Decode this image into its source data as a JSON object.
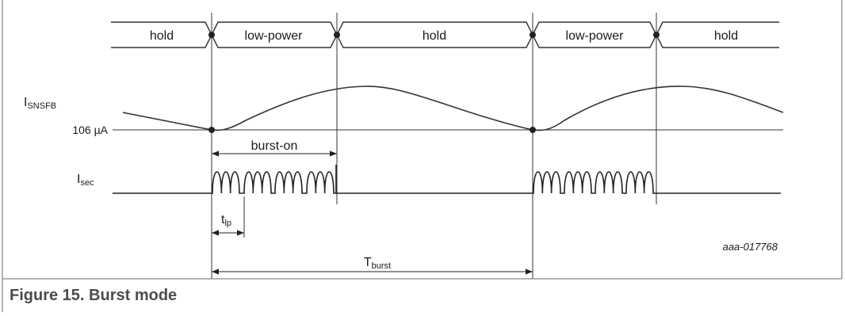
{
  "diagram": {
    "segments": [
      "hold",
      "low-power",
      "hold",
      "low-power",
      "hold"
    ],
    "current_label": {
      "main": "I",
      "sub": "SNSFB"
    },
    "threshold_label": "106 µA",
    "burst_on_label": "burst-on",
    "isec_label": {
      "main": "I",
      "sub": "sec"
    },
    "tlp_label": {
      "main": "t",
      "sub": "lp"
    },
    "tburst_label": {
      "main": "T",
      "sub": "burst"
    },
    "code": "aaa-017768"
  },
  "caption": "Figure 15.  Burst mode"
}
